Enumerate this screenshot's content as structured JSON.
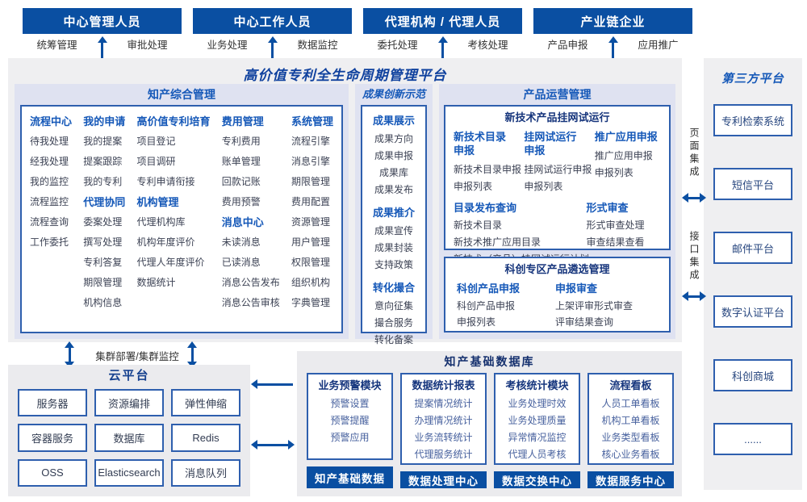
{
  "actors": [
    {
      "title": "中心管理人员",
      "left": "统筹管理",
      "right": "审批处理"
    },
    {
      "title": "中心工作人员",
      "left": "业务处理",
      "right": "数据监控"
    },
    {
      "title": "代理机构 / 代理人员",
      "left": "委托处理",
      "right": "考核处理"
    },
    {
      "title": "产业链企业",
      "left": "产品申报",
      "right": "应用推广"
    }
  ],
  "platform": {
    "title": "高价值专利全生命周期管理平台"
  },
  "ip": {
    "title": "知产综合管理",
    "col1": [
      {
        "header": "流程中心",
        "items": [
          "待我处理",
          "经我处理",
          "我的监控",
          "流程监控",
          "流程查询",
          "工作委托"
        ]
      }
    ],
    "col2": [
      {
        "header": "我的申请",
        "items": [
          "我的提案",
          "提案跟踪",
          "我的专利"
        ]
      },
      {
        "header": "代理协同",
        "items": [
          "委案处理",
          "撰写处理",
          "专利答复",
          "期限管理",
          "机构信息"
        ]
      }
    ],
    "col3": [
      {
        "header": "高价值专利培育",
        "items": [
          "项目登记",
          "项目调研",
          "专利申请衔接"
        ]
      },
      {
        "header": "机构管理",
        "items": [
          "代理机构库",
          "机构年度评价",
          "代理人年度评价",
          "数据统计"
        ]
      }
    ],
    "col4": [
      {
        "header": "费用管理",
        "items": [
          "专利费用",
          "账单管理",
          "回款记账",
          "费用预警"
        ]
      },
      {
        "header": "消息中心",
        "items": [
          "未读消息",
          "已读消息",
          "消息公告发布",
          "消息公告审核"
        ]
      }
    ],
    "col5": [
      {
        "header": "系统管理",
        "items": [
          "流程引擎",
          "消息引擎",
          "期限管理",
          "费用配置",
          "资源管理",
          "用户管理",
          "权限管理",
          "组织机构",
          "字典管理"
        ]
      }
    ]
  },
  "achievement": {
    "title": "成果创新示范",
    "groups": [
      {
        "header": "成果展示",
        "items": [
          "成果方向",
          "成果申报",
          "成果库",
          "成果发布"
        ]
      },
      {
        "header": "成果推介",
        "items": [
          "成果宣传",
          "成果封装",
          "支持政策"
        ]
      },
      {
        "header": "转化撮合",
        "items": [
          "意向征集",
          "撮合服务",
          "转化备案"
        ]
      }
    ]
  },
  "product": {
    "title": "产品运营管理",
    "trial": {
      "title": "新技术产品挂网试运行",
      "apply_groups": [
        {
          "header": "新技术目录\n申报",
          "items": [
            "新技术目录申报",
            "申报列表"
          ]
        },
        {
          "header": "挂网试运行\n申报",
          "items": [
            "挂网试运行申报",
            "申报列表"
          ]
        },
        {
          "header": "推广应用申报",
          "items": [
            "推广应用申报",
            "申报列表"
          ]
        }
      ],
      "catalog": {
        "header": "目录发布查询",
        "items": [
          "新技术目录",
          "新技术推广应用目录",
          "新技术（产品）挂网试运行计划"
        ]
      },
      "review": {
        "header": "形式审查",
        "items": [
          "形式审查处理",
          "审查结果查看"
        ]
      }
    },
    "selection": {
      "title": "科创专区产品遴选管理",
      "groups": [
        {
          "header": "科创产品申报",
          "items": [
            "科创产品申报",
            "申报列表"
          ]
        },
        {
          "header": "申报审查",
          "items": [
            "上架评审形式审查",
            "评审结果查询"
          ]
        }
      ]
    }
  },
  "cluster_label": "集群部署/集群监控",
  "cloud": {
    "title": "云平台",
    "services": [
      "服务器",
      "资源编排",
      "弹性伸缩",
      "容器服务",
      "数据库",
      "Redis",
      "OSS",
      "Elasticsearch",
      "消息队列"
    ]
  },
  "database": {
    "title": "知产基础数据库",
    "modules": [
      {
        "header": "业务预警模块",
        "items": [
          "预警设置",
          "预警提醒",
          "预警应用"
        ],
        "bar": "知产基础数据"
      },
      {
        "header": "数据统计报表",
        "items": [
          "提案情况统计",
          "办理情况统计",
          "业务流转统计",
          "代理服务统计"
        ],
        "bar": "数据处理中心"
      },
      {
        "header": "考核统计模块",
        "items": [
          "业务处理时效",
          "业务处理质量",
          "异常情况监控",
          "代理人员考核"
        ],
        "bar": "数据交换中心"
      },
      {
        "header": "流程看板",
        "items": [
          "人员工单看板",
          "机构工单看板",
          "业务类型看板",
          "核心业务看板"
        ],
        "bar": "数据服务中心"
      }
    ]
  },
  "third_party": {
    "title": "第三方平台",
    "items": [
      "专利检索系统",
      "短信平台",
      "邮件平台",
      "数字认证平台",
      "科创商城",
      "......"
    ],
    "page_integration": "页面集成",
    "api_integration": "接口集成"
  },
  "colors": {
    "primary_blue": "#0a4fa2",
    "border_blue": "#2e5fae",
    "lavender": "#dfe2f1",
    "panel_gray": "#efeff1"
  }
}
